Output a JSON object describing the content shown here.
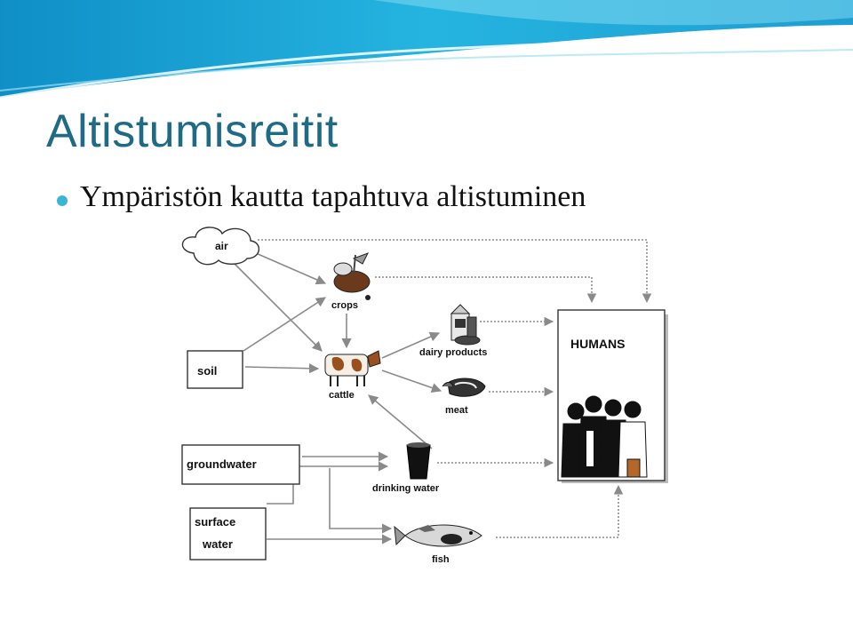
{
  "slide": {
    "title": "Altistumisreitit",
    "bullet": "Ympäristön kautta tapahtuva altistuminen"
  },
  "diagram": {
    "sources": {
      "air": "air",
      "soil": "soil",
      "groundwater": "groundwater",
      "surface_line1": "surface",
      "surface_line2": "water"
    },
    "pathways": {
      "crops": "crops",
      "cattle": "cattle",
      "dairy": "dairy products",
      "meat": "meat",
      "drinking_water": "drinking water",
      "fish": "fish"
    },
    "receptor": "HUMANS"
  },
  "colors": {
    "title": "#1f6b86",
    "bullet": "#3cb4d8",
    "arrow": "#8a8a8a"
  }
}
